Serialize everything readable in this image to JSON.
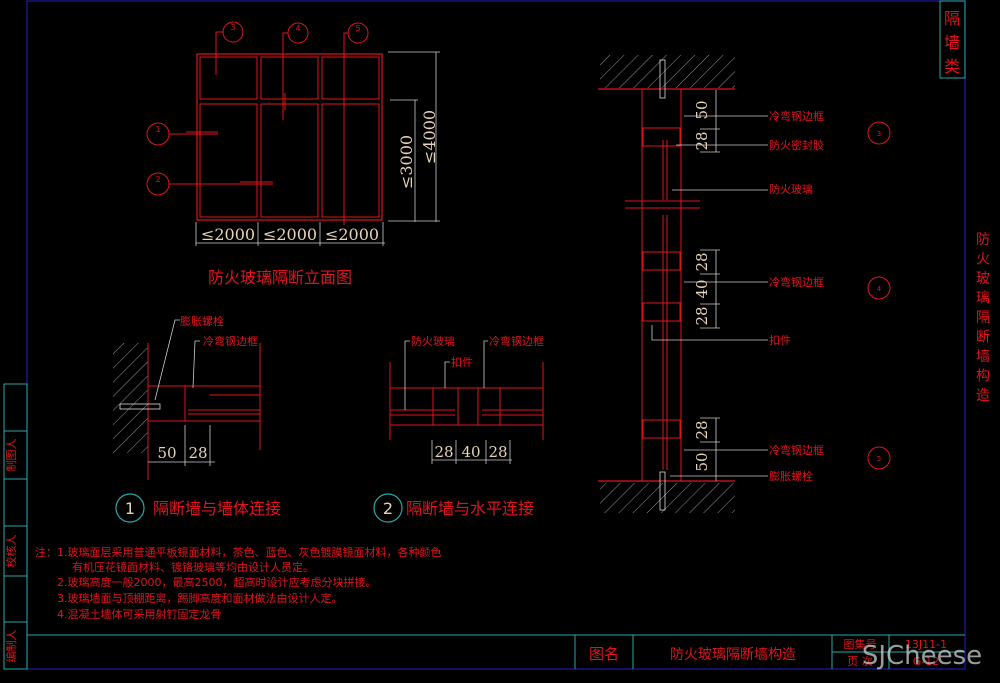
{
  "sheet": {
    "category_tab": "隔墙类",
    "side_title": "防火玻璃隔断墙构造",
    "left_strip": [
      "制图人",
      "校核人",
      "编制人"
    ],
    "notes": {
      "prefix": "注：",
      "lines": [
        "1.玻璃面层采用普通平板镜面材料，茶色、蓝色、灰色镀膜镜面材料，各种颜色",
        "有机压花镜面材料、镀铬玻璃等均由设计人员定。",
        "2.玻璃高度一般2000，最高2500，超高时设计应考虑分块拼接。",
        "3.玻璃墙面与顶棚距离，踢脚高度和面材做法由设计人定。",
        "4.混凝土墙体可采用射钉固定龙骨"
      ]
    },
    "title_block": {
      "name_label": "图名",
      "name_value": "防火玻璃隔断墙构造",
      "atlas_label": "图集号",
      "atlas_value": "13J11-1",
      "page_label": "页 次",
      "page_value": "G-12"
    },
    "watermark": "SJCheese"
  },
  "elevation": {
    "title": "防火玻璃隔断立面图",
    "width_dims": [
      "≤2000",
      "≤2000",
      "≤2000"
    ],
    "height_dims": [
      "≤3000",
      "≤4000"
    ],
    "callouts": [
      "1",
      "2",
      "3",
      "4",
      "5"
    ]
  },
  "detail1": {
    "number": "1",
    "title": "隔断墙与墙体连接",
    "labels": [
      "膨胀螺栓",
      "冷弯钢边框"
    ],
    "dims": [
      "50",
      "28"
    ]
  },
  "detail2": {
    "number": "2",
    "title": "隔断墙与水平连接",
    "labels": [
      "防火玻璃",
      "扣件",
      "冷弯钢边框"
    ],
    "dims": [
      "28",
      "40",
      "28"
    ]
  },
  "section": {
    "labels": [
      "冷弯钢边框",
      "防火密封胶",
      "防火玻璃",
      "冷弯钢边框",
      "扣件",
      "冷弯钢边框",
      "膨胀螺栓"
    ],
    "dims_top": [
      "50",
      "28"
    ],
    "dims_mid": [
      "28",
      "40",
      "28"
    ],
    "dims_bottom": [
      "28",
      "50"
    ],
    "callouts": [
      "3",
      "4",
      "5"
    ]
  }
}
